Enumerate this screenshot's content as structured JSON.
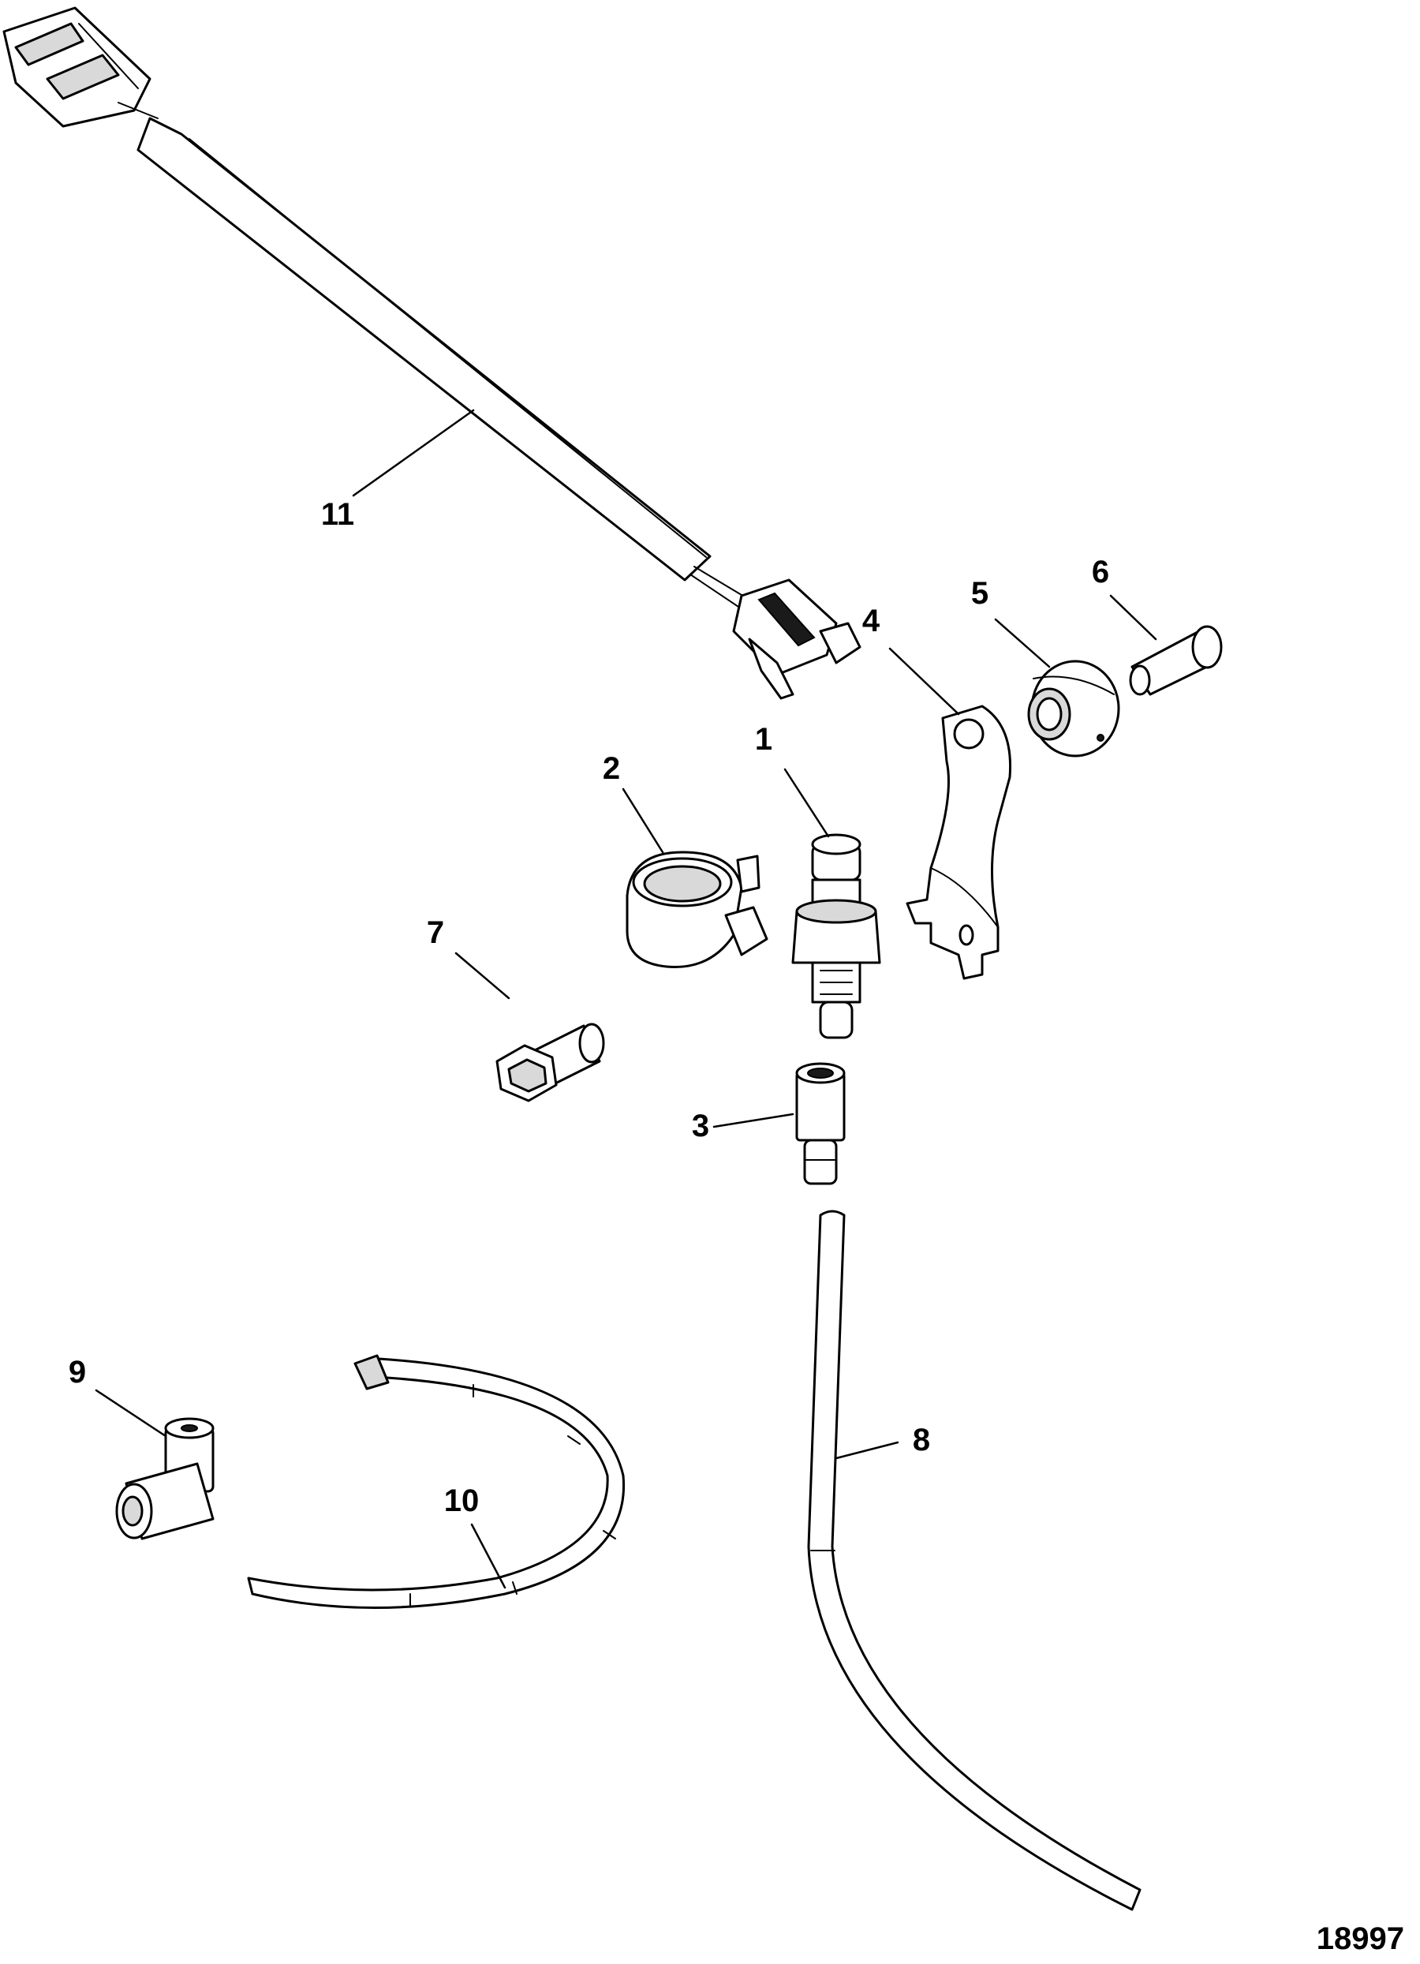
{
  "callouts": [
    {
      "label": "1"
    },
    {
      "label": "2"
    },
    {
      "label": "3"
    },
    {
      "label": "4"
    },
    {
      "label": "5"
    },
    {
      "label": "6"
    },
    {
      "label": "7"
    },
    {
      "label": "8"
    },
    {
      "label": "9"
    },
    {
      "label": "10"
    },
    {
      "label": "11"
    }
  ],
  "figure_number": "18997"
}
